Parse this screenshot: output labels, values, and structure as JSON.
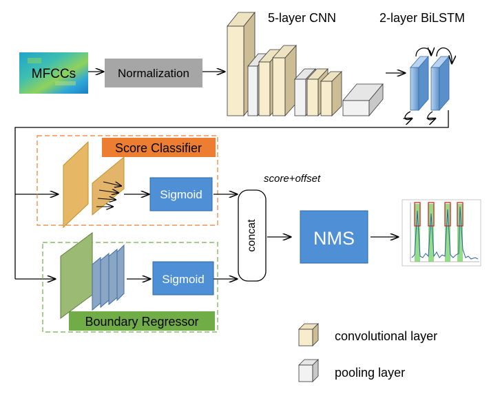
{
  "inputs": {
    "mfcc_label": "MFCCs",
    "normalization_label": "Normalization"
  },
  "encoder": {
    "cnn_title": "5-layer CNN",
    "bilstm_title": "2-layer BiLSTM"
  },
  "score_branch": {
    "title": "Score Classifier",
    "activation": "Sigmoid"
  },
  "boundary_branch": {
    "title": "Boundary Regressor",
    "activation": "Sigmoid"
  },
  "fusion": {
    "annotation": "score+offset",
    "concat_label": "concat",
    "nms_label": "NMS"
  },
  "legend": {
    "conv_label": "convolutional layer",
    "pool_label": "pooling layer"
  },
  "colors": {
    "conv_face": "#f7edcd",
    "conv_side": "#d9c89e",
    "pool_face": "#f2f2f2",
    "pool_side": "#c8c8c8",
    "lstm": "#8db4e2",
    "sigmoid": "#4f8fd6",
    "nms": "#4f8fd6",
    "score_title_bg": "#ed7d31",
    "boundary_title_bg": "#70ad47",
    "normalization_bg": "#a6a6a6"
  }
}
